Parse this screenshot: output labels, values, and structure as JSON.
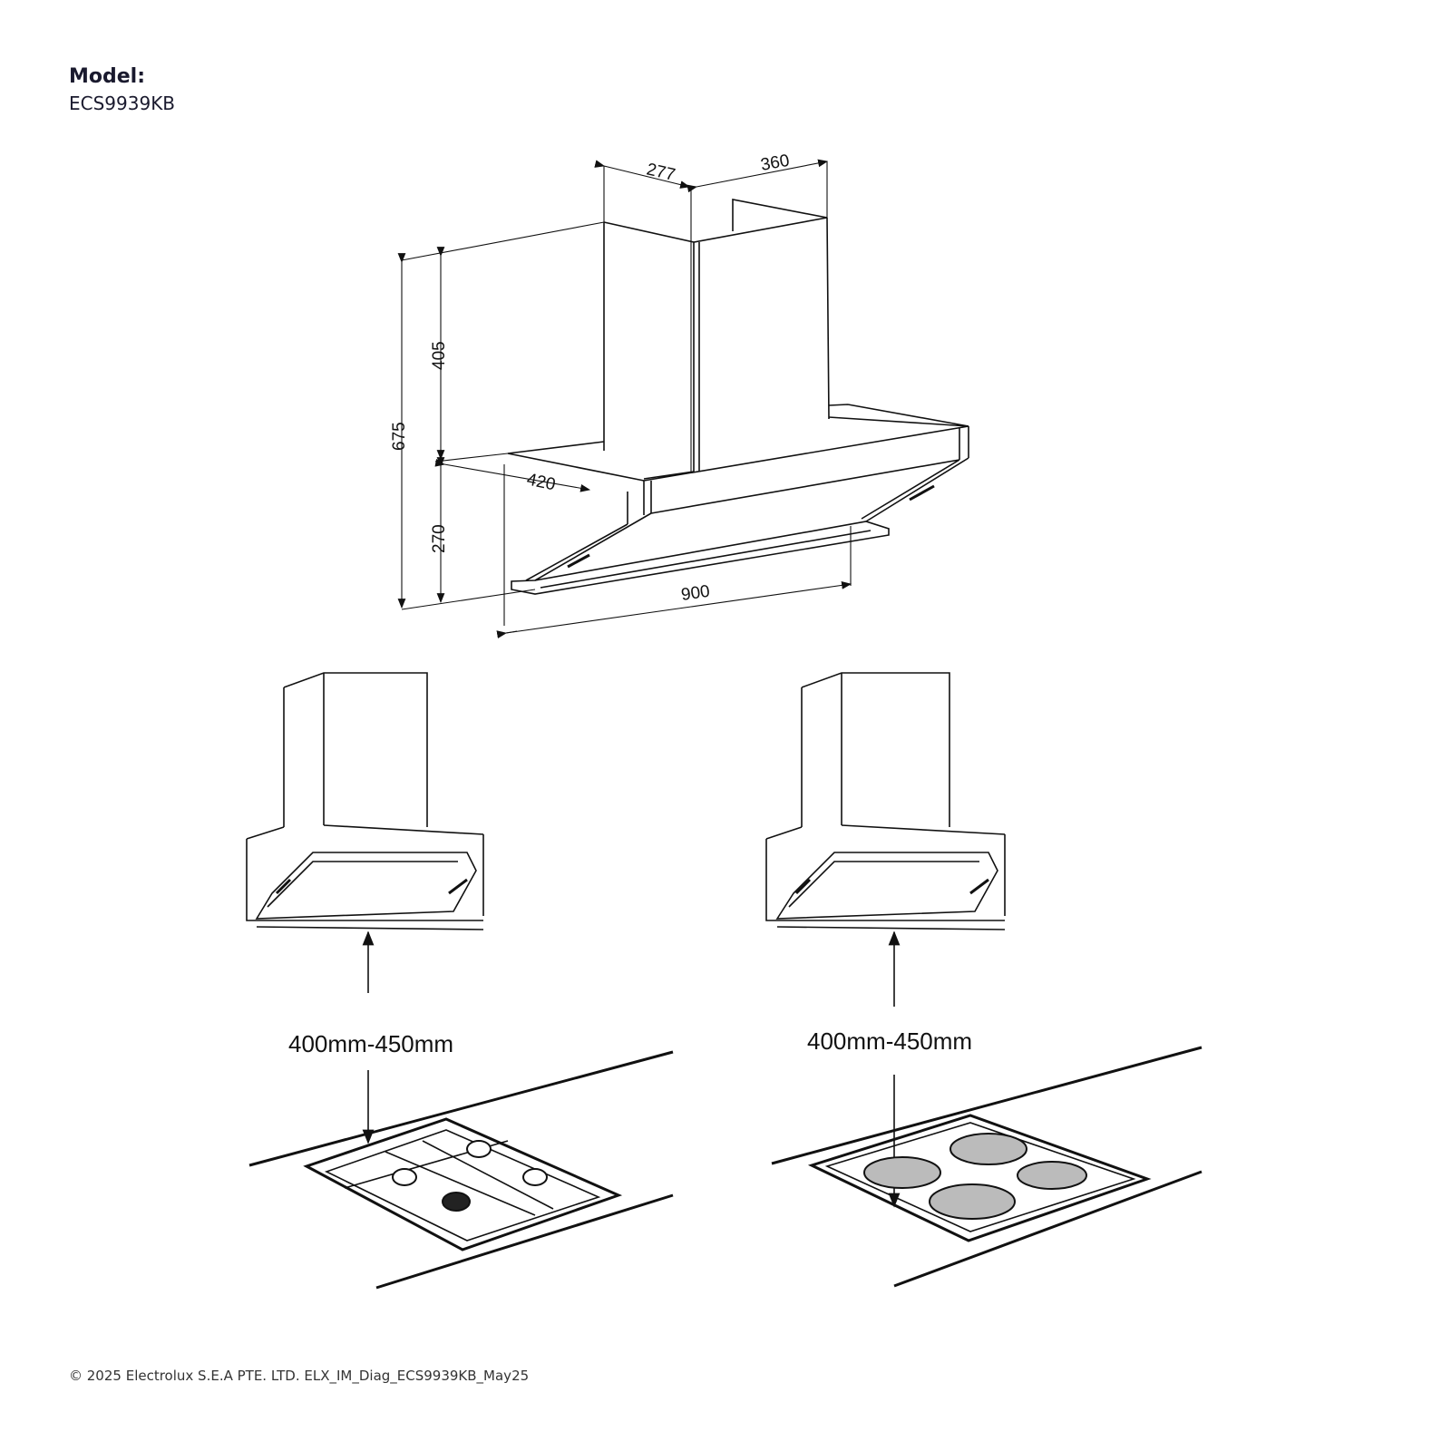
{
  "header": {
    "model_label": "Model:",
    "model_value": "ECS9939KB"
  },
  "dimensions": {
    "chimney_depth": "277",
    "chimney_width": "360",
    "chimney_height": "405",
    "total_height": "675",
    "canopy_depth": "420",
    "canopy_height": "270",
    "canopy_width": "900"
  },
  "installation": {
    "gas_hob_distance": "400mm-450mm",
    "electric_hob_distance": "400mm-450mm"
  },
  "footer": {
    "copyright": "© 2025 Electrolux S.E.A PTE. LTD. ELX_IM_Diag_ECS9939KB_May25"
  }
}
